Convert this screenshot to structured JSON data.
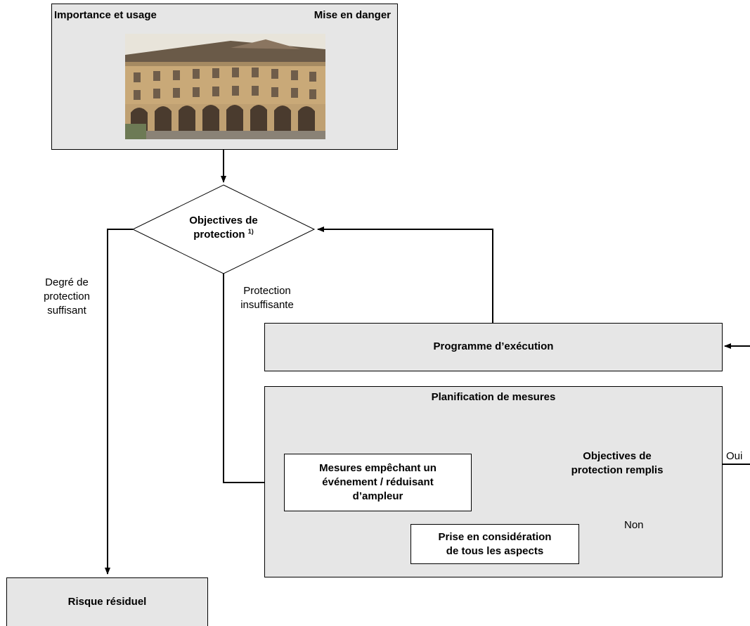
{
  "top_box": {
    "left_label": "Importance et usage",
    "right_label": "Mise en danger",
    "photo": "building-photo"
  },
  "decision_protection": {
    "line1": "Objectives de",
    "line2": "protection",
    "footnote": "1)"
  },
  "branch_sufficient": {
    "line1": "Degré de",
    "line2": "protection",
    "line3": "suffisant"
  },
  "branch_insufficient": {
    "line1": "Protection",
    "line2": "insuffisante"
  },
  "execution_program": {
    "label": "Programme d’exécution"
  },
  "planning_group": {
    "title": "Planification de mesures",
    "measures_box": {
      "line1": "Mesures empêchant un",
      "line2": "événement / réduisant",
      "line3": "d’ampleur"
    },
    "decision_met": {
      "line1": "Objectives de",
      "line2": "protection remplis"
    },
    "consideration_box": {
      "line1": "Prise en considération",
      "line2": "de tous les aspects"
    },
    "label_yes": "Oui",
    "label_no": "Non"
  },
  "residual_risk": {
    "label": "Risque résiduel"
  },
  "colors": {
    "box_fill": "#e6e6e6",
    "line": "#000000"
  }
}
